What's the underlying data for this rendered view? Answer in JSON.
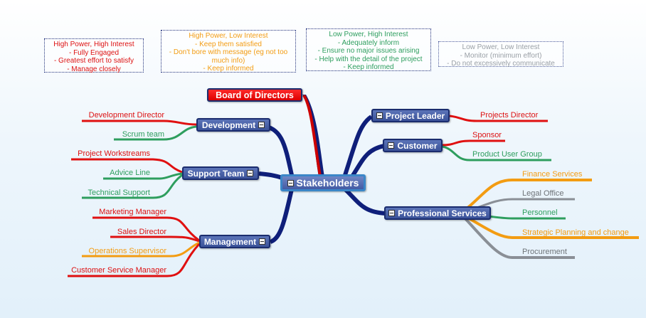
{
  "legend": {
    "high_power_high_interest": [
      "High Power, High Interest",
      "- Fully Engaged",
      "- Greatest effort to satisfy",
      "- Manage closely"
    ],
    "high_power_low_interest": [
      "High Power, Low Interest",
      "- Keep them satisfied",
      "- Don't bore with message (eg not too",
      "much info)",
      "- Keep informed"
    ],
    "low_power_high_interest": [
      "Low Power, High Interest",
      "- Adequately inform",
      "- Ensure no major issues arising",
      "- Help with the detail of the project",
      "- Keep informed"
    ],
    "low_power_low_interest": [
      "Low Power, Low Interest",
      "- Monitor (minimum effort)",
      "- Do not excessively communicate"
    ]
  },
  "colors": {
    "red": "#dd1111",
    "orange": "#f39c12",
    "green": "#2e9e5e",
    "gray": "#8a8f96",
    "branch": "#0f1f7a",
    "node": "#3b5299"
  },
  "mindmap": {
    "central": "Stakeholders",
    "board": "Board of Directors",
    "development": {
      "label": "Development",
      "children": [
        {
          "label": "Development Director",
          "color": "red"
        },
        {
          "label": "Scrum team",
          "color": "green"
        }
      ]
    },
    "support_team": {
      "label": "Support Team",
      "children": [
        {
          "label": "Project Workstreams",
          "color": "red"
        },
        {
          "label": "Advice Line",
          "color": "green"
        },
        {
          "label": "Technical Support",
          "color": "green"
        }
      ]
    },
    "management": {
      "label": "Management",
      "children": [
        {
          "label": "Marketing Manager",
          "color": "red"
        },
        {
          "label": "Sales Director",
          "color": "red"
        },
        {
          "label": "Operations Supervisor",
          "color": "orange"
        },
        {
          "label": "Customer Service Manager",
          "color": "red"
        }
      ]
    },
    "project_leader": {
      "label": "Project Leader",
      "children": [
        {
          "label": "Projects Director",
          "color": "red"
        }
      ]
    },
    "customer": {
      "label": "Customer",
      "children": [
        {
          "label": "Sponsor",
          "color": "red"
        },
        {
          "label": "Product User Group",
          "color": "green"
        }
      ]
    },
    "professional_services": {
      "label": "Professional Services",
      "children": [
        {
          "label": "Finance Services",
          "color": "orange"
        },
        {
          "label": "Legal Office",
          "color": "gray"
        },
        {
          "label": "Personnel",
          "color": "green"
        },
        {
          "label": "Strategic Planning and change",
          "color": "orange"
        },
        {
          "label": "Procurement",
          "color": "gray"
        }
      ]
    }
  }
}
